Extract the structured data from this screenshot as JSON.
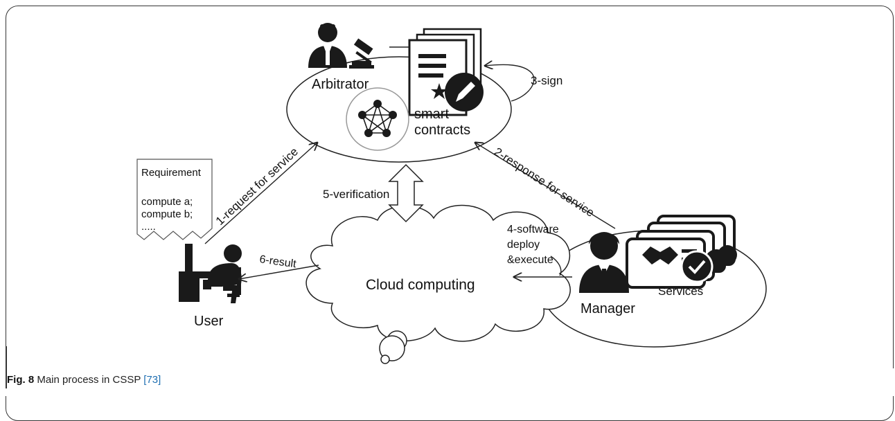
{
  "nodes": {
    "arbitrator": "Arbitrator",
    "smart_contracts_1": "smart",
    "smart_contracts_2": "contracts",
    "cloud": "Cloud computing",
    "user": "User",
    "manager": "Manager",
    "services": "Services"
  },
  "requirement_doc": {
    "title": "Requirement",
    "line1": "compute a;",
    "line2": "compute b;",
    "line3": "....."
  },
  "edges": {
    "e1": "1-request for service",
    "e2": "2-response for service",
    "e3": "3-sign",
    "e4_1": "4-software",
    "e4_2": "deploy",
    "e4_3": "&execute",
    "e5": "5-verification",
    "e6": "6-result"
  },
  "caption": {
    "label": "Fig. 8",
    "text": " Main process in CSSP ",
    "ref": "[73]"
  },
  "colors": {
    "icon": "#1a1a1a",
    "line": "#222222",
    "ref_link": "#1f6fb2"
  }
}
